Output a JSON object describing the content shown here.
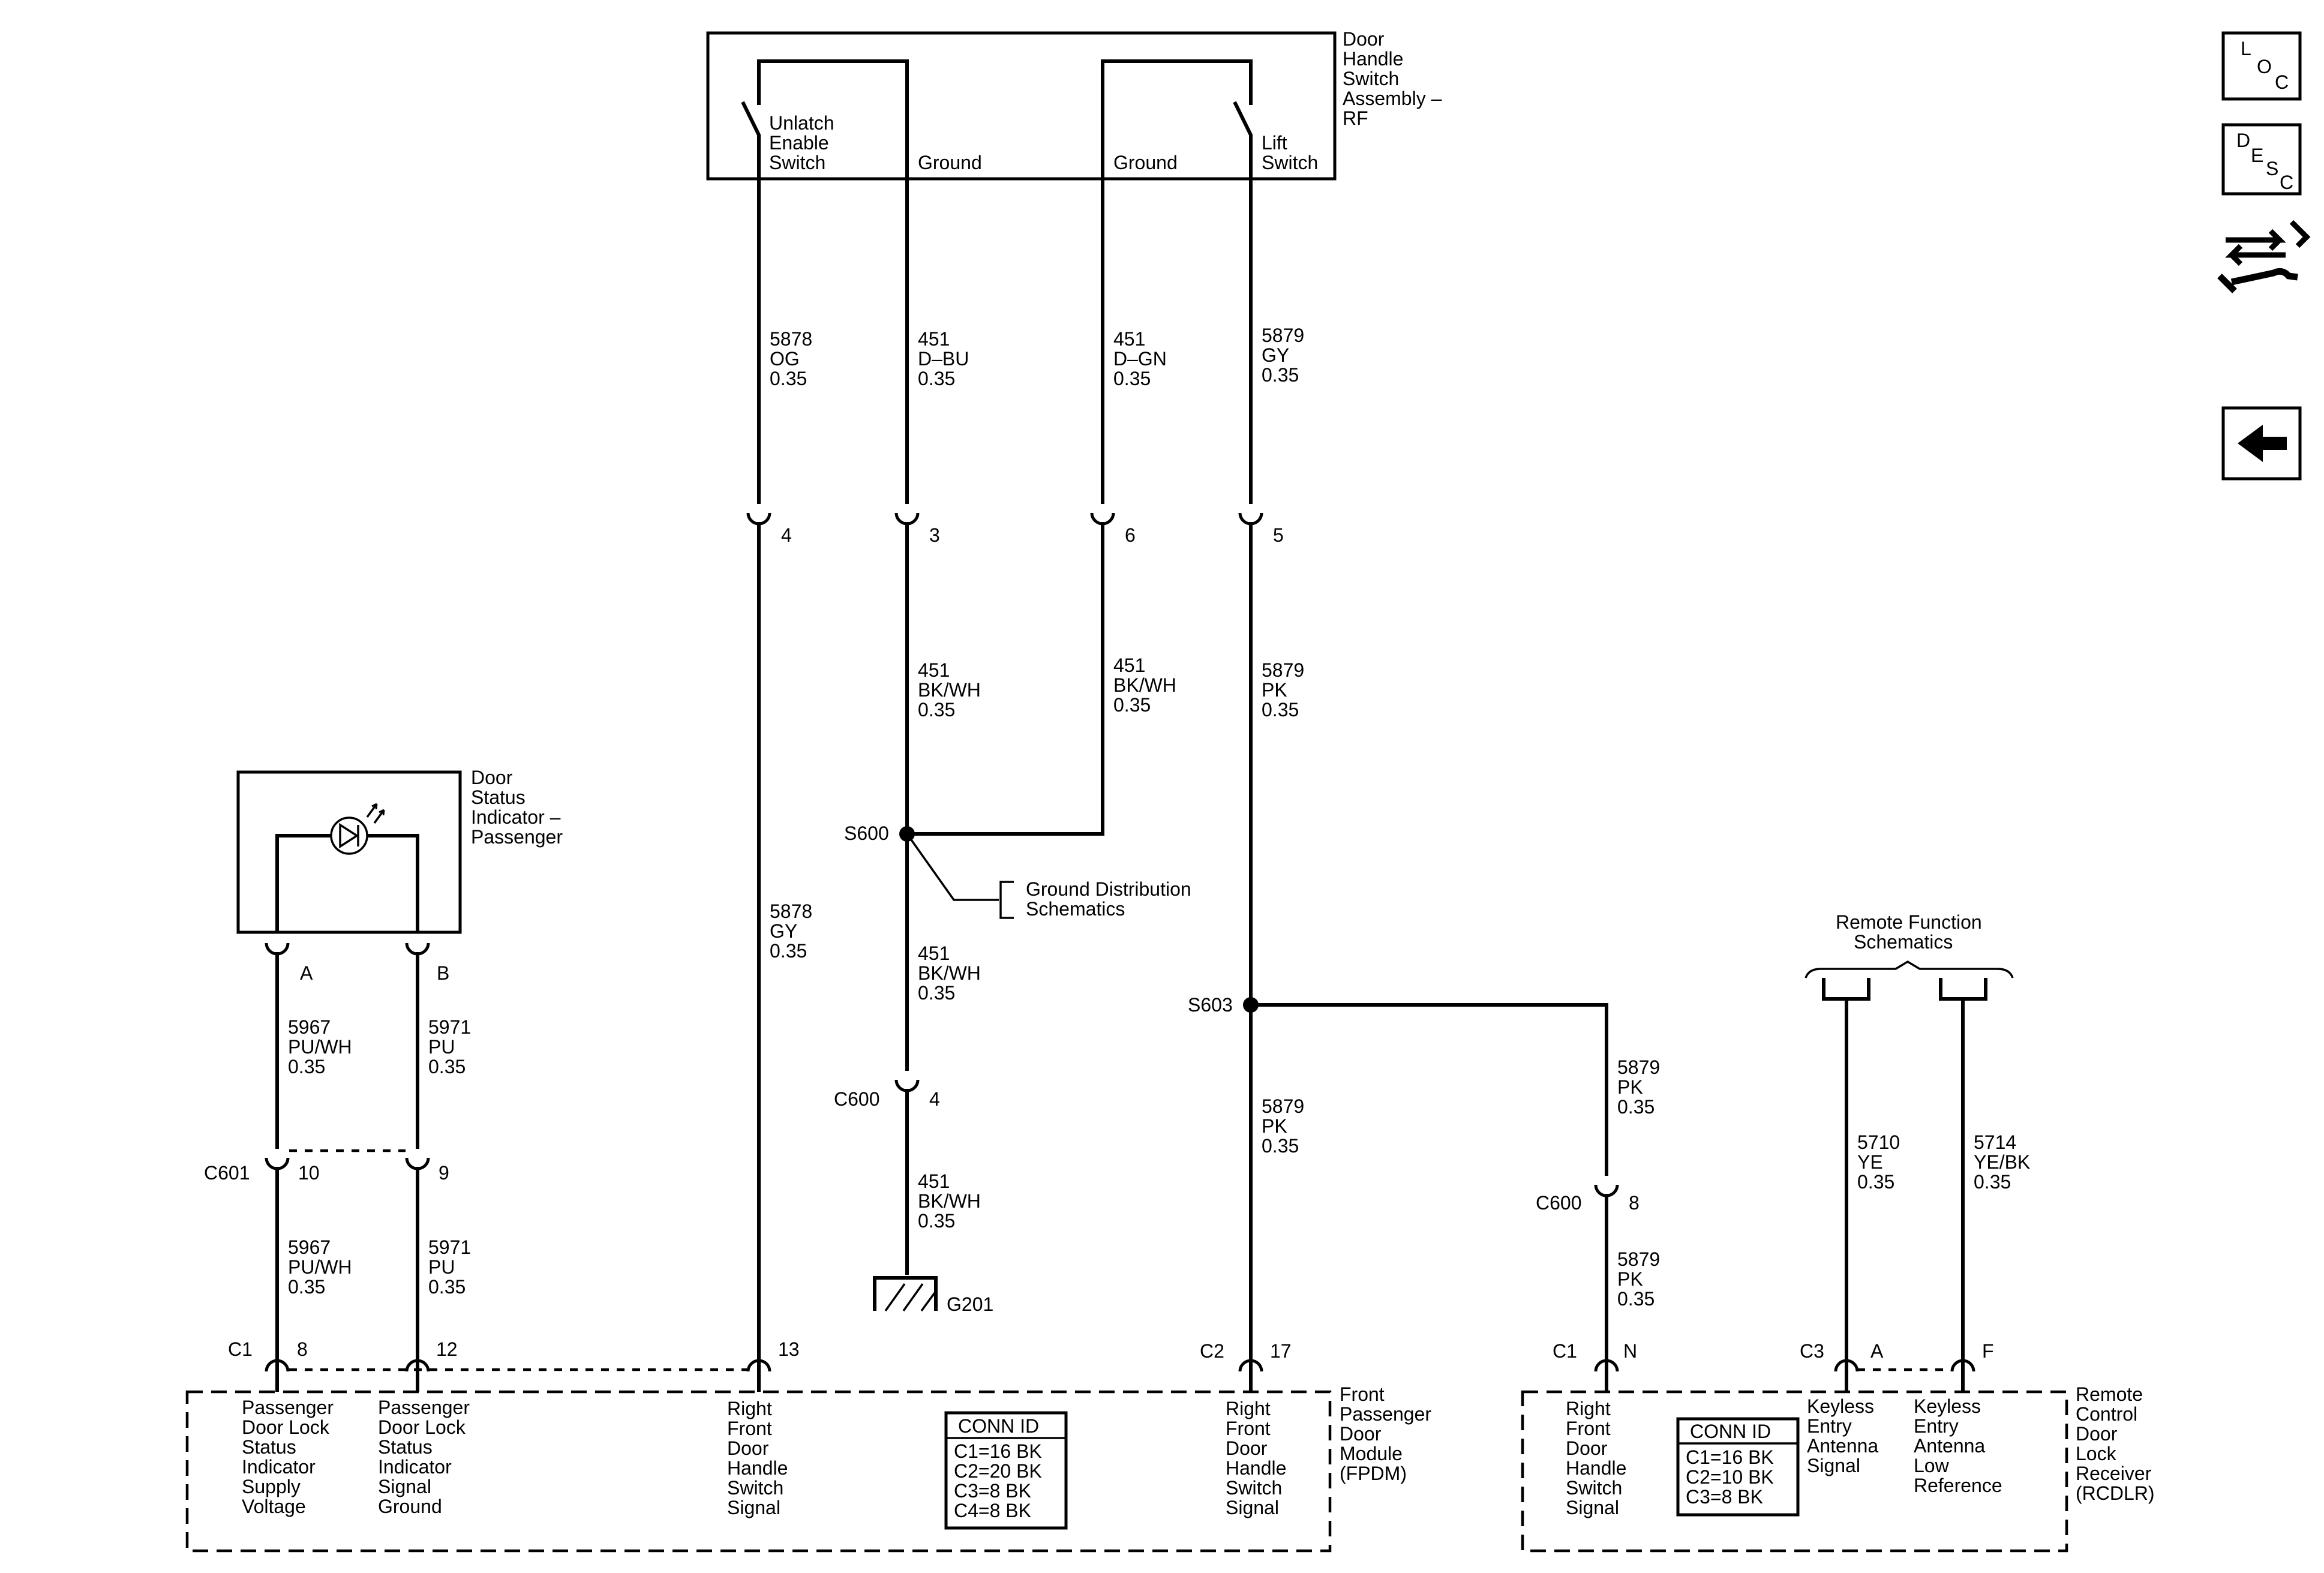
{
  "nav": {
    "loc_l": "L",
    "loc_o": "O",
    "loc_c": "C",
    "desc_d": "D",
    "desc_e": "E",
    "desc_s": "S",
    "desc_c": "C"
  },
  "rf_switch": {
    "name": [
      "Door",
      "Handle",
      "Switch",
      "Assembly –",
      "RF"
    ],
    "unlatch": [
      "Unlatch",
      "Enable",
      "Switch"
    ],
    "ground_1": "Ground",
    "ground_2": "Ground",
    "lift": [
      "Lift",
      "Switch"
    ]
  },
  "wires": {
    "w5878_og": [
      "5878",
      "OG",
      "0.35"
    ],
    "w451_dbu": [
      "451",
      "D–BU",
      "0.35"
    ],
    "w451_dgn": [
      "451",
      "D–GN",
      "0.35"
    ],
    "w5879_gy": [
      "5879",
      "GY",
      "0.35"
    ],
    "w451_bkwh_a": [
      "451",
      "BK/WH",
      "0.35"
    ],
    "w451_bkwh_b": [
      "451",
      "BK/WH",
      "0.35"
    ],
    "w5879_pk_a": [
      "5879",
      "PK",
      "0.35"
    ],
    "w5878_gy": [
      "5878",
      "GY",
      "0.35"
    ],
    "w451_bkwh_c": [
      "451",
      "BK/WH",
      "0.35"
    ],
    "w451_bkwh_d": [
      "451",
      "BK/WH",
      "0.35"
    ],
    "w5879_pk_b": [
      "5879",
      "PK",
      "0.35"
    ],
    "w5879_pk_c": [
      "5879",
      "PK",
      "0.35"
    ],
    "w5879_pk_d": [
      "5879",
      "PK",
      "0.35"
    ],
    "w5967_a": [
      "5967",
      "PU/WH",
      "0.35"
    ],
    "w5971_a": [
      "5971",
      "PU",
      "0.35"
    ],
    "w5967_b": [
      "5967",
      "PU/WH",
      "0.35"
    ],
    "w5971_b": [
      "5971",
      "PU",
      "0.35"
    ],
    "w5710": [
      "5710",
      "YE",
      "0.35"
    ],
    "w5714": [
      "5714",
      "YE/BK",
      "0.35"
    ]
  },
  "pins": {
    "p4": "4",
    "p3": "3",
    "p6": "6",
    "p5": "5",
    "pA": "A",
    "pB": "B",
    "c601_10": "10",
    "c601_9": "9",
    "c600_4": "4",
    "c600_8": "8",
    "fpdm_8": "8",
    "fpdm_12": "12",
    "fpdm_13": "13",
    "fpdm_17": "17",
    "rcdlr_n": "N",
    "rcdlr_a": "A",
    "rcdlr_f": "F"
  },
  "connectors": {
    "c601": "C601",
    "c600_a": "C600",
    "c600_b": "C600",
    "fpdm_c1": "C1",
    "fpdm_c2": "C2",
    "rcdlr_c1": "C1",
    "rcdlr_c3": "C3"
  },
  "splices": {
    "s600": "S600",
    "s603": "S603",
    "g201": "G201"
  },
  "refs": {
    "ground_dist": [
      "Ground Distribution",
      "Schematics"
    ],
    "remote_func": [
      "Remote Function",
      "Schematics"
    ]
  },
  "indicator": {
    "name": [
      "Door",
      "Status",
      "Indicator –",
      "Passenger"
    ]
  },
  "fpdm": {
    "name": [
      "Front",
      "Passenger",
      "Door",
      "Module",
      "(FPDM)"
    ],
    "supply": [
      "Passenger",
      "Door Lock",
      "Status",
      "Indicator",
      "Supply",
      "Voltage"
    ],
    "signal_gnd": [
      "Passenger",
      "Door Lock",
      "Status",
      "Indicator",
      "Signal",
      "Ground"
    ],
    "rfdh_13": [
      "Right",
      "Front",
      "Door",
      "Handle",
      "Switch",
      "Signal"
    ],
    "rfdh_17": [
      "Right",
      "Front",
      "Door",
      "Handle",
      "Switch",
      "Signal"
    ],
    "conn_title": "CONN ID",
    "conn": [
      "C1=16 BK",
      "C2=20 BK",
      "C3=8 BK",
      "C4=8 BK"
    ]
  },
  "rcdlr": {
    "name": [
      "Remote",
      "Control",
      "Door",
      "Lock",
      "Receiver",
      "(RCDLR)"
    ],
    "rfdh": [
      "Right",
      "Front",
      "Door",
      "Handle",
      "Switch",
      "Signal"
    ],
    "antenna_sig": [
      "Keyless",
      "Entry",
      "Antenna",
      "Signal"
    ],
    "antenna_low": [
      "Keyless",
      "Entry",
      "Antenna",
      "Low",
      "Reference"
    ],
    "conn_title": "CONN ID",
    "conn": [
      "C1=16 BK",
      "C2=10 BK",
      "C3=8 BK"
    ]
  }
}
